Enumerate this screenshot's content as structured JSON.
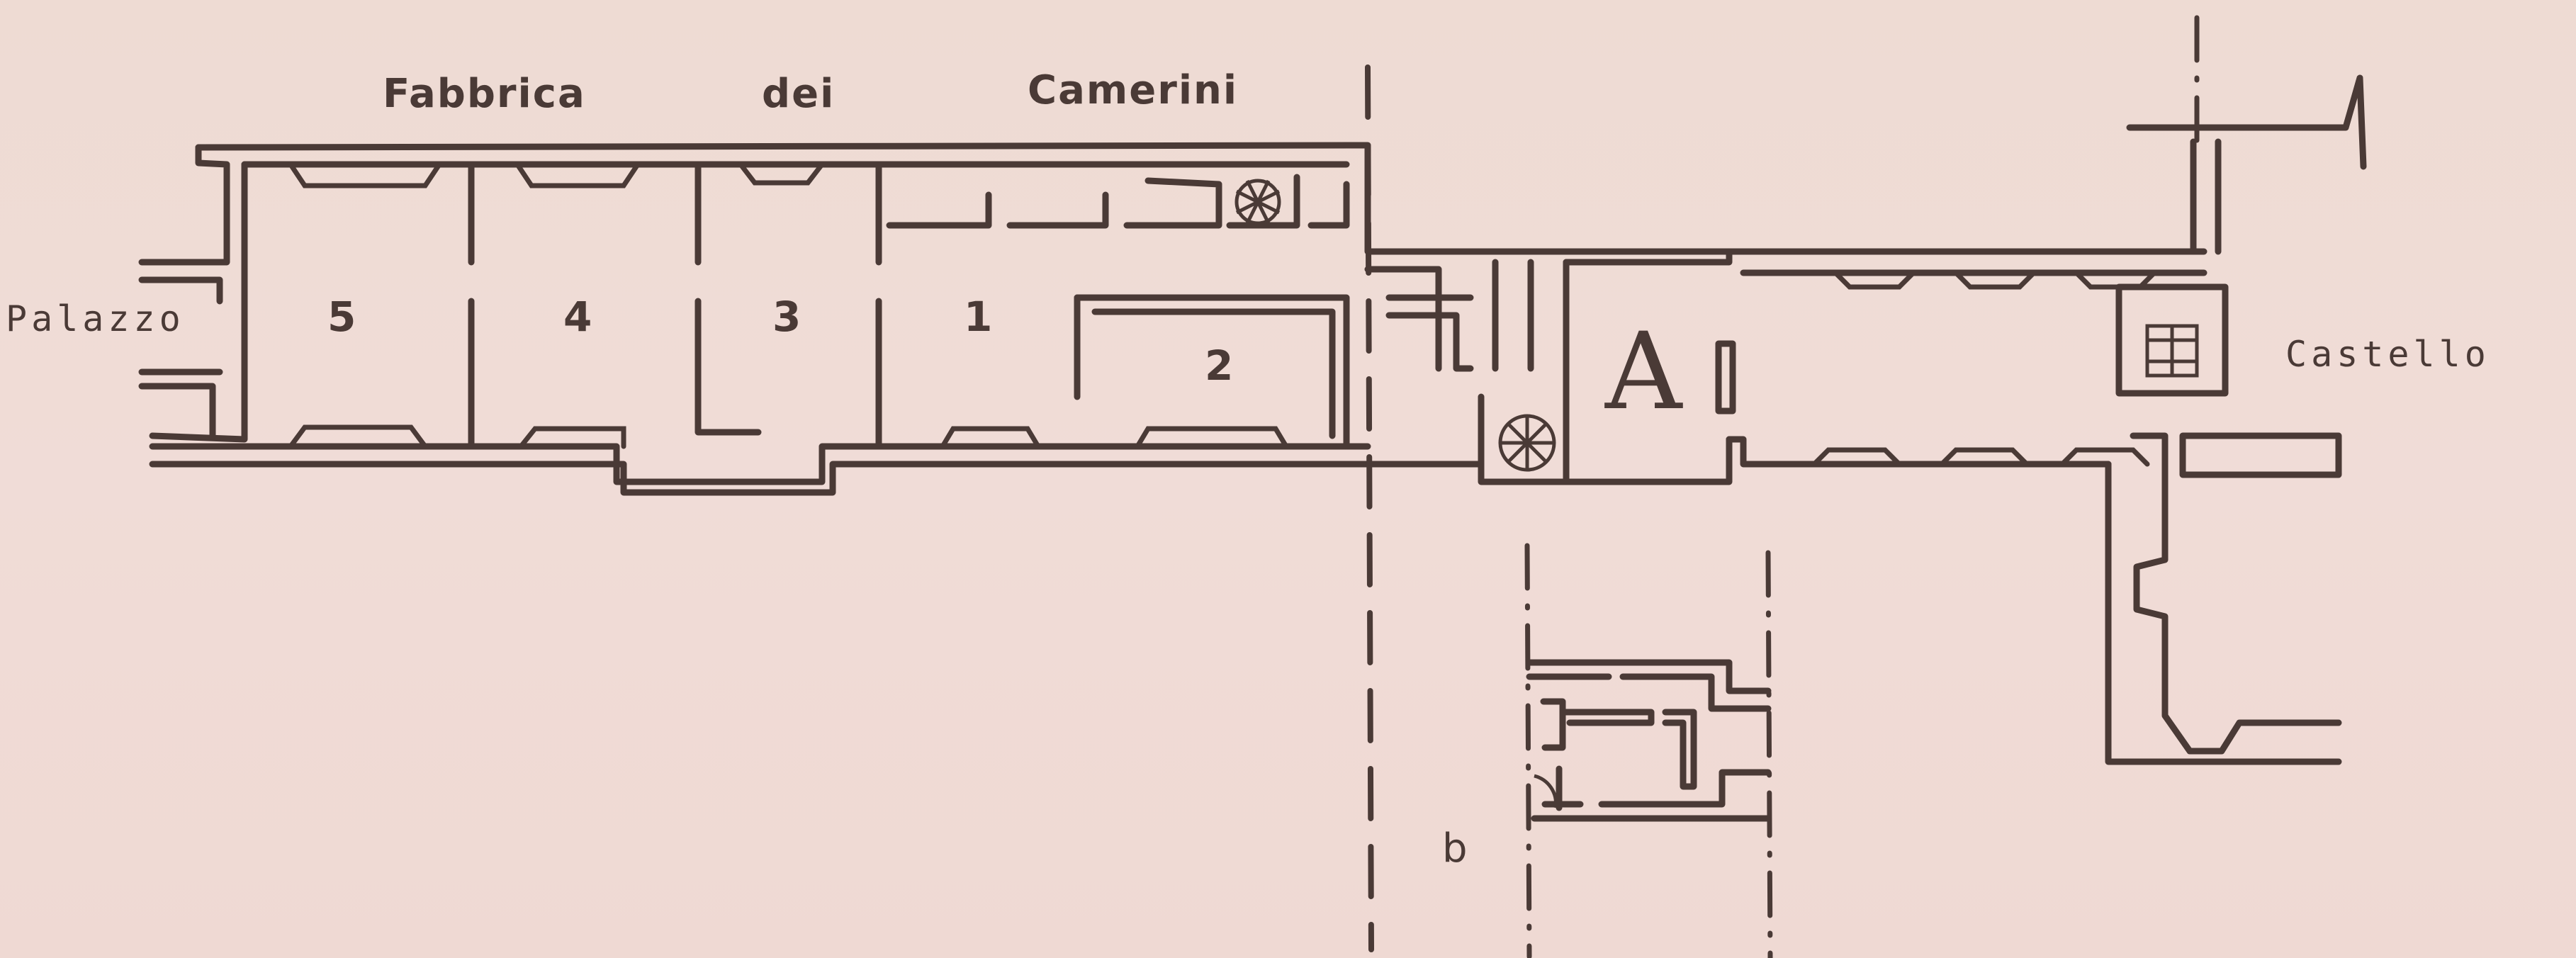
{
  "title": "Fabbrica dei Camerini floor plan",
  "header": {
    "word1": "Fabbrica",
    "word2": "dei",
    "word3": "Camerini"
  },
  "sides": {
    "left": "Palazzo",
    "right": "Castello"
  },
  "rooms": [
    "5",
    "4",
    "3",
    "1",
    "2"
  ],
  "markers": {
    "section_A": "A",
    "detail_b": "b"
  },
  "colors": {
    "ink": "#4a3a36",
    "paper": "#efdbd5"
  }
}
